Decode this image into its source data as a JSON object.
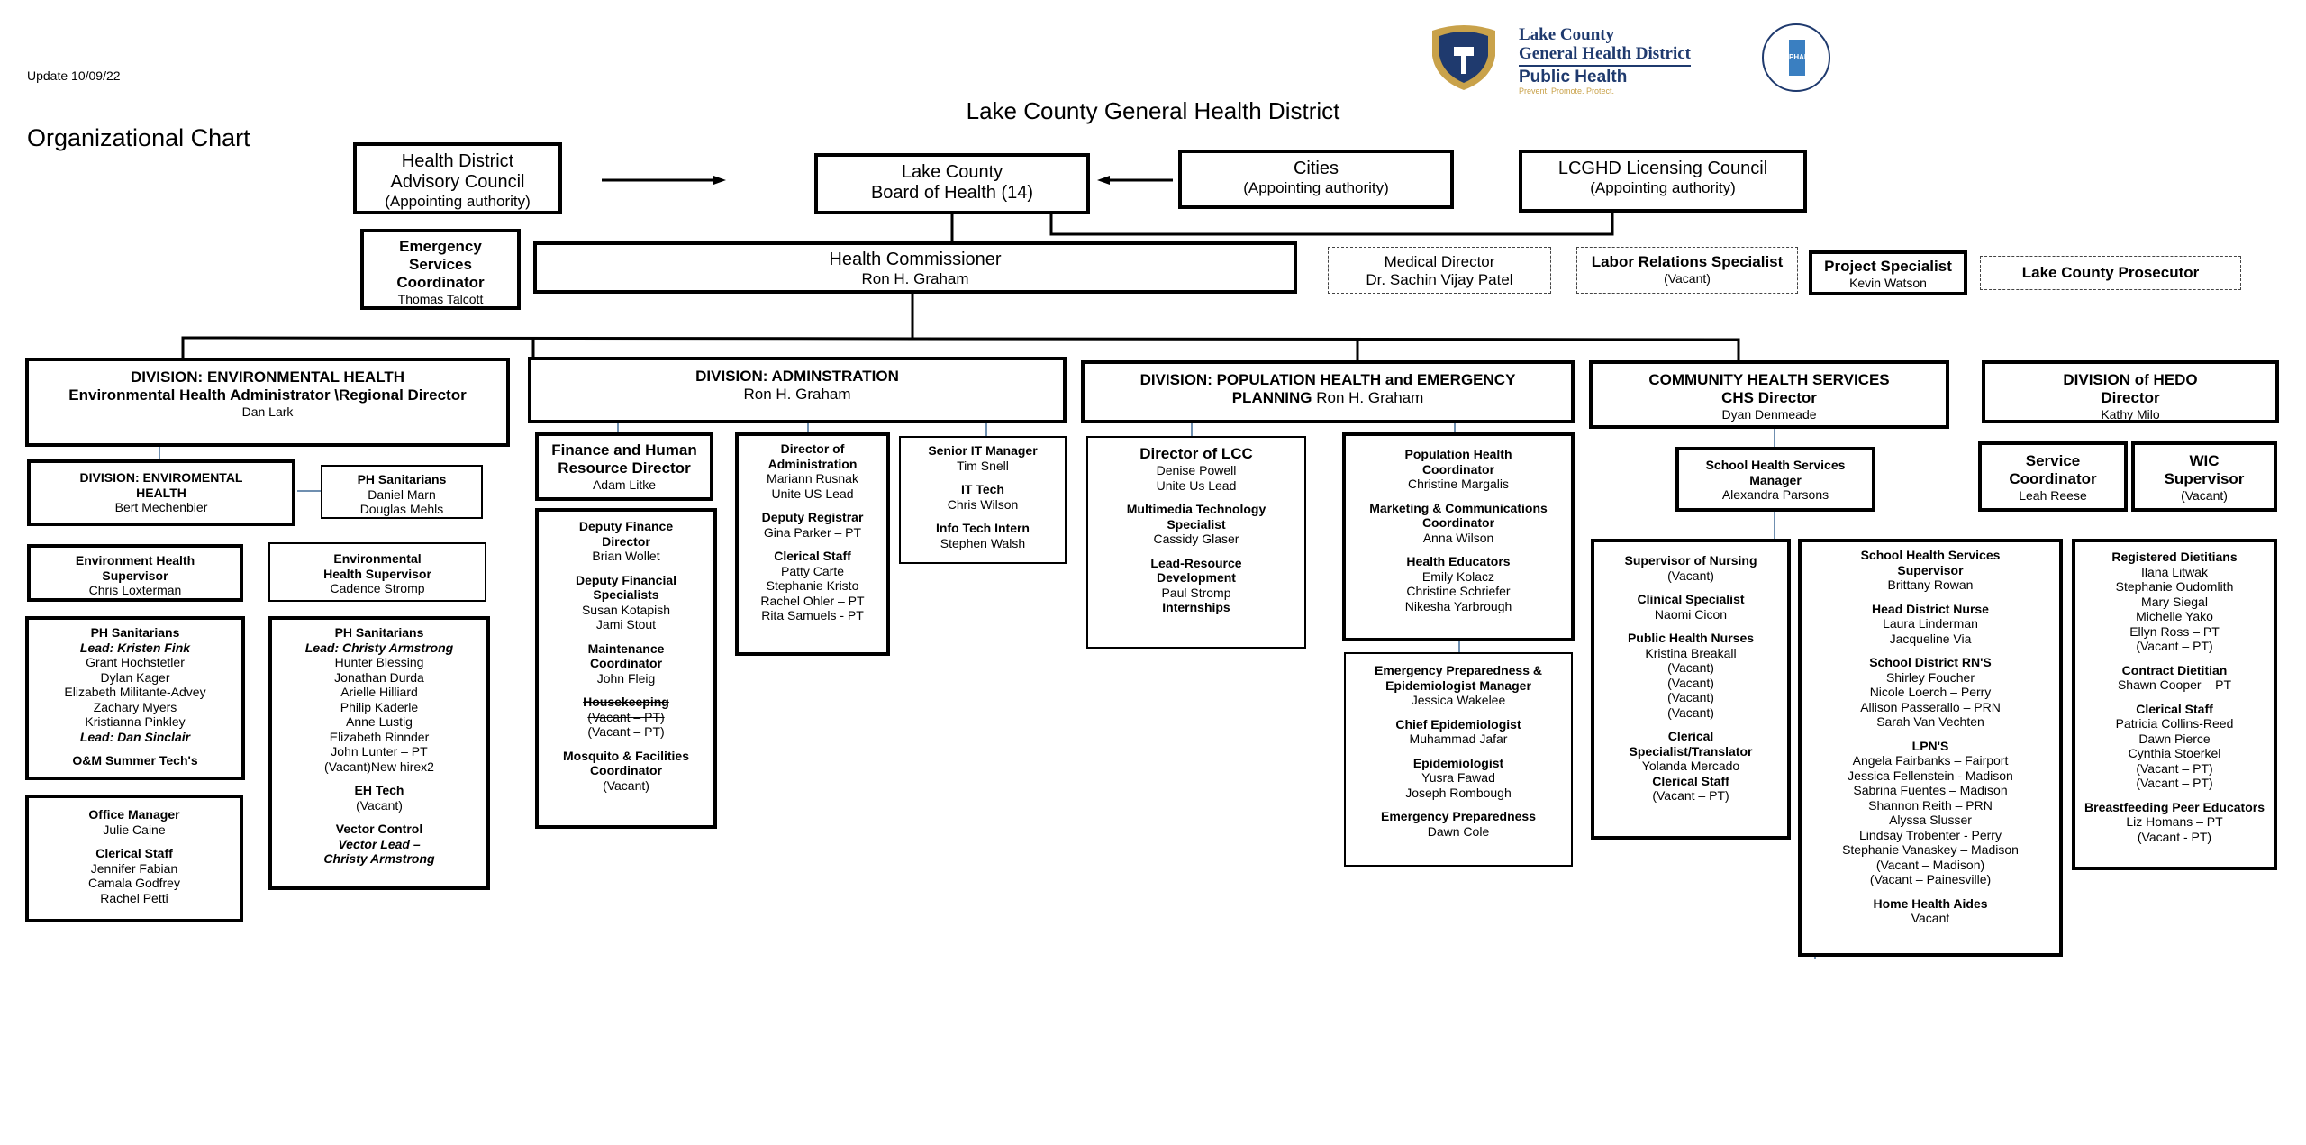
{
  "update_note": "Update 10/09/22",
  "title": "Lake County General Health District",
  "subtitle": "Organizational Chart",
  "logo": {
    "line1": "Lake County",
    "line2": "General Health District",
    "line3": "Public Health",
    "tagline": "Prevent. Promote. Protect.",
    "seal_text": "PHAB"
  },
  "top": {
    "advisory": {
      "l1": "Health District",
      "l2": "Advisory Council",
      "l3": "(Appointing authority)"
    },
    "board": {
      "l1": "Lake County",
      "l2": "Board of Health (14)"
    },
    "cities": {
      "l1": "Cities",
      "l2": "(Appointing authority)"
    },
    "licensing": {
      "l1": "LCGHD Licensing Council",
      "l2": "(Appointing authority)"
    },
    "emergency": {
      "l1": "Emergency",
      "l2": "Services",
      "l3": "Coordinator",
      "l4": "Thomas Talcott"
    },
    "commissioner": {
      "l1": "Health Commissioner",
      "l2": "Ron H. Graham"
    },
    "medical": {
      "l1": "Medical Director",
      "l2": "Dr. Sachin Vijay Patel"
    },
    "labor": {
      "l1": "Labor Relations Specialist",
      "l2": "(Vacant)"
    },
    "project": {
      "l1": "Project Specialist",
      "l2": "Kevin Watson"
    },
    "prosecutor": {
      "l1": "Lake County Prosecutor"
    }
  },
  "env": {
    "head": {
      "l1": "DIVISION: ENVIRONMENTAL HEALTH",
      "l2": "Environmental Health Administrator \\Regional Director",
      "l3": "Dan Lark"
    },
    "div2": {
      "l1": "DIVISION: ENVIROMENTAL",
      "l2": "HEALTH",
      "l3": "Bert Mechenbier"
    },
    "sanit": {
      "l1": "PH Sanitarians",
      "l2": "Daniel Marn",
      "l3": "Douglas Mehls"
    },
    "sup1": {
      "l1": "Environment Health",
      "l2": "Supervisor",
      "l3": "Chris Loxterman"
    },
    "sup2": {
      "l1": "Environmental",
      "l2": "Health Supervisor",
      "l3": "Cadence Stromp"
    },
    "left": {
      "l1": "PH Sanitarians",
      "l2": "Lead: Kristen Fink",
      "l3": "Grant Hochstetler",
      "l4": "Dylan Kager",
      "l5": "Elizabeth Militante-Advey",
      "l6": "Zachary Myers",
      "l7": "Kristianna Pinkley",
      "l8": "Lead:  Dan Sinclair",
      "l9": "O&M Summer Tech's"
    },
    "right": {
      "l1": "PH Sanitarians",
      "l2": "Lead:  Christy Armstrong",
      "l3": "Hunter Blessing",
      "l4": "Jonathan Durda",
      "l5": "Arielle Hilliard",
      "l6": "Philip Kaderle",
      "l7": "Anne Lustig",
      "l8": "Elizabeth Rinnder",
      "l9": "John Lunter – PT",
      "l10": "(Vacant)New hirex2",
      "l11": "EH Tech",
      "l12": "(Vacant)",
      "l13": "Vector Control",
      "l14": "Vector Lead –",
      "l15": "Christy Armstrong"
    },
    "office": {
      "l1": "Office Manager",
      "l2": "Julie Caine",
      "l3": "Clerical Staff",
      "l4": "Jennifer Fabian",
      "l5": "Camala Godfrey",
      "l6": "Rachel Petti"
    }
  },
  "adm": {
    "head": {
      "l1": "DIVISION: ADMINSTRATION",
      "l2": "Ron H. Graham"
    },
    "fin": {
      "l1": "Finance and Human",
      "l2": "Resource Director",
      "l3": "Adam Litke"
    },
    "dep": {
      "l1": "Deputy Finance",
      "l2": "Director",
      "l3": "Brian Wollet",
      "l4": "Deputy Financial",
      "l5": "Specialists",
      "l6": "Susan Kotapish",
      "l7": "Jami Stout",
      "l8": "Maintenance",
      "l9": "Coordinator",
      "l10": "John Fleig",
      "l11": "Housekeeping",
      "l12": "(Vacant – PT)",
      "l13": "(Vacant – PT)",
      "l14": "Mosquito & Facilities",
      "l15": "Coordinator",
      "l16": "(Vacant)"
    },
    "dir": {
      "l1": "Director of",
      "l2": "Administration",
      "l3": "Mariann Rusnak",
      "l4": "Unite US Lead",
      "l5": "Deputy Registrar",
      "l6": "Gina Parker – PT",
      "l7": "Clerical Staff",
      "l8": "Patty Carte",
      "l9": "Stephanie Kristo",
      "l10": "Rachel Ohler – PT",
      "l11": "Rita Samuels - PT"
    },
    "it": {
      "l1": "Senior IT Manager",
      "l2": "Tim Snell",
      "l3": "IT Tech",
      "l4": "Chris Wilson",
      "l5": "Info Tech Intern",
      "l6": "Stephen Walsh"
    }
  },
  "pop": {
    "head": {
      "l1": "DIVISION: POPULATION HEALTH and EMERGENCY",
      "l2": "PLANNING",
      "l3": " Ron H. Graham"
    },
    "lcc": {
      "l1": "Director of LCC",
      "l2": "Denise Powell",
      "l3": "Unite Us Lead",
      "l4": "Multimedia Technology",
      "l5": "Specialist",
      "l6": "Cassidy Glaser",
      "l7": "Lead-Resource",
      "l8": "Development",
      "l9": "Paul Stromp",
      "l10": "Internships"
    },
    "coord": {
      "l1": "Population Health",
      "l2": "Coordinator",
      "l3": "Christine Margalis",
      "l4": "Marketing & Communications",
      "l5": "Coordinator",
      "l6": "Anna Wilson",
      "l7": "Health Educators",
      "l8": "Emily Kolacz",
      "l9": "Christine Schriefer",
      "l10": "Nikesha Yarbrough"
    },
    "emerg": {
      "l1": "Emergency Preparedness &",
      "l2": "Epidemiologist Manager",
      "l3": "Jessica Wakelee",
      "l4": "Chief Epidemiologist",
      "l5": "Muhammad Jafar",
      "l6": "Epidemiologist",
      "l7": "Yusra Fawad",
      "l8": "Joseph Rombough",
      "l9": "Emergency Preparedness",
      "l10": "Dawn Cole"
    }
  },
  "chs": {
    "head": {
      "l1": "COMMUNITY HEALTH SERVICES",
      "l2": "CHS Director",
      "l3": "Dyan Denmeade"
    },
    "mgr": {
      "l1": "School Health Services",
      "l2": "Manager",
      "l3": "Alexandra Parsons"
    },
    "nurse": {
      "l1": "Supervisor of Nursing",
      "l2": "(Vacant)",
      "l3": "Clinical Specialist",
      "l4": "Naomi Cicon",
      "l5": "Public Health Nurses",
      "l6": "Kristina Breakall",
      "l7": "(Vacant)",
      "l8": "(Vacant)",
      "l9": "(Vacant)",
      "l10": "(Vacant)",
      "l11": "Clerical",
      "l12": "Specialist/Translator",
      "l13": "Yolanda Mercado",
      "l14": "Clerical Staff",
      "l15": "(Vacant – PT)"
    },
    "school": {
      "l1": "School Health Services",
      "l2": "Supervisor",
      "l3": "Brittany Rowan",
      "l4": "Head District Nurse",
      "l5": "Laura Linderman",
      "l6": "Jacqueline Via",
      "l7": "School District RN'S",
      "l8": "Shirley Foucher",
      "l9": "Nicole Loerch – Perry",
      "l10": "Allison Passerallo – PRN",
      "l11": "Sarah Van Vechten",
      "l12": "LPN'S",
      "l13": "Angela Fairbanks – Fairport",
      "l14": "Jessica Fellenstein - Madison",
      "l15": "Sabrina Fuentes – Madison",
      "l16": "Shannon Reith – PRN",
      "l17": "Alyssa Slusser",
      "l18": "Lindsay Trobenter - Perry",
      "l19": "Stephanie Vanaskey – Madison",
      "l20": "(Vacant – Madison)",
      "l21": "(Vacant – Painesville)",
      "l22": "Home Health Aides",
      "l23": "Vacant"
    }
  },
  "hedo": {
    "head": {
      "l1": "DIVISION of HEDO",
      "l2": "Director",
      "l3": "Kathy Milo"
    },
    "svc": {
      "l1": "Service",
      "l2": "Coordinator",
      "l3": "Leah Reese"
    },
    "wic": {
      "l1": "WIC",
      "l2": "Supervisor",
      "l3": "(Vacant)"
    },
    "diet": {
      "l1": "Registered Dietitians",
      "l2": "Ilana Litwak",
      "l3": "Stephanie Oudomlith",
      "l4": "Mary Siegal",
      "l5": "Michelle Yako",
      "l6": "Ellyn Ross – PT",
      "l7": "(Vacant – PT)",
      "l8": "Contract Dietitian",
      "l9": "Shawn Cooper – PT",
      "l10": "Clerical Staff",
      "l11": "Patricia Collins-Reed",
      "l12": "Dawn Pierce",
      "l13": "Cynthia Stoerkel",
      "l14": "(Vacant – PT)",
      "l15": "(Vacant – PT)",
      "l16": "Breastfeeding Peer Educators",
      "l17": "Liz Homans – PT",
      "l18": "(Vacant  - PT)"
    }
  },
  "colors": {
    "line": "#000000",
    "connector_blue": "#6f8fb0",
    "logo_navy": "#1f3a6e",
    "logo_gold": "#c9a24a"
  }
}
